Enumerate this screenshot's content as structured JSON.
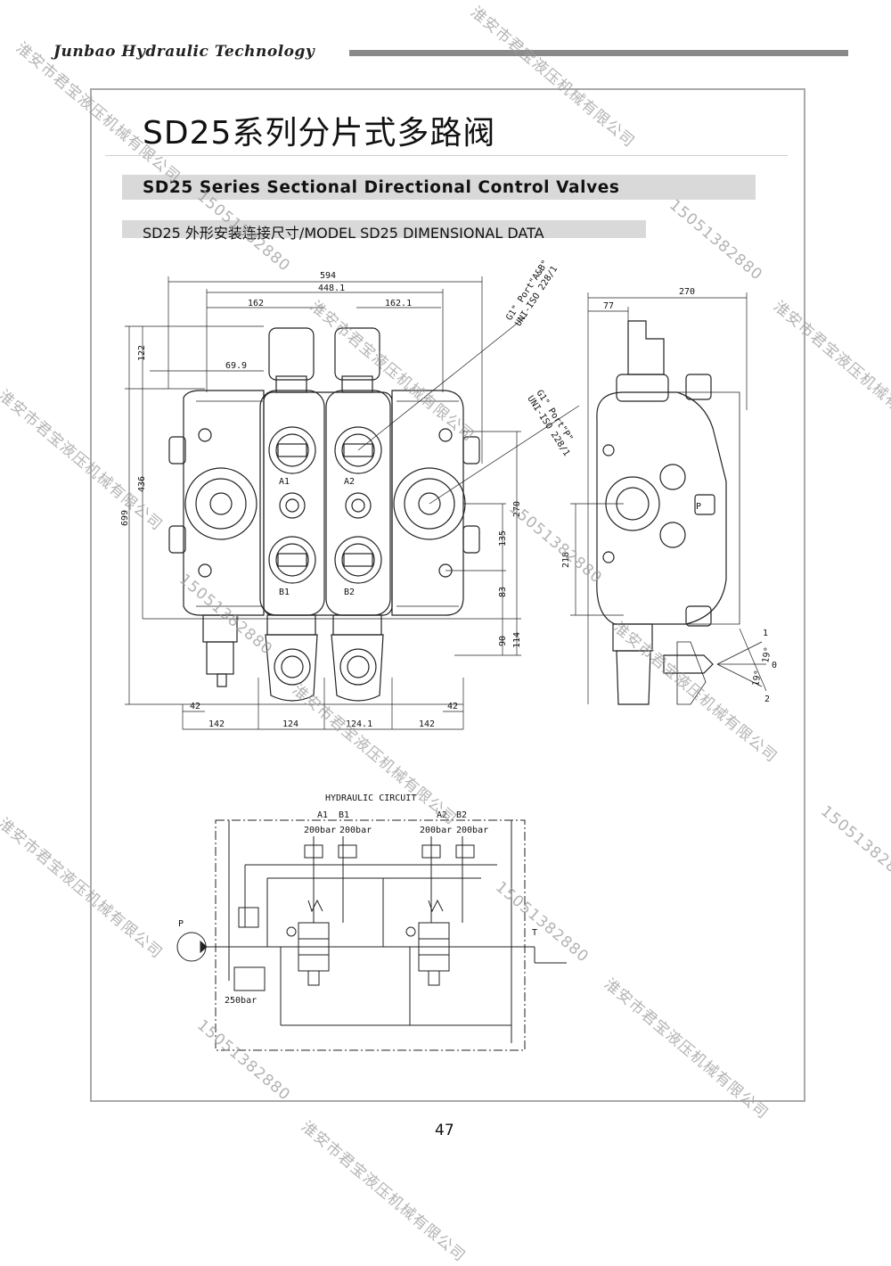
{
  "header": {
    "brand": "Junbao Hydraulic Technology"
  },
  "title": {
    "cn": "SD25系列分片式多路阀",
    "en": "SD25 Series Sectional Directional Control Valves",
    "sub": "SD25 外形安装连接尺寸/MODEL SD25 DIMENSIONAL DATA"
  },
  "front_view": {
    "dims": {
      "d594": "594",
      "d448": "448.1",
      "d162": "162",
      "d162_1": "162.1",
      "d69_9": "69.9",
      "d122": "122",
      "d436": "436",
      "d699": "699",
      "d270": "270",
      "d135": "135",
      "d83": "83",
      "d90": "90",
      "d114": "114",
      "d42a": "42",
      "d42b": "42",
      "d142a": "142",
      "d124": "124",
      "d124_1": "124.1",
      "d142b": "142"
    },
    "ports": {
      "a1": "A1",
      "a2": "A2",
      "b1": "B1",
      "b2": "B2"
    },
    "callout_ab": [
      "G1\" Port\"A&B\"",
      "UNI-ISO 228/1"
    ],
    "callout_p": [
      "G1\" Port\"P\"",
      "UNI-ISO 228/1"
    ]
  },
  "side_view": {
    "dims": {
      "d270": "270",
      "d77": "77",
      "d218": "218"
    },
    "port_p": "P",
    "lever": {
      "pos1": "1",
      "pos0": "0",
      "pos2": "2",
      "angle1": "19°",
      "angle2": "19°"
    }
  },
  "circuit": {
    "title": "HYDRAULIC CIRCUIT",
    "labels": {
      "a1": "A1",
      "b1": "B1",
      "a2": "A2",
      "b2": "B2",
      "r1": "200bar",
      "r2": "200bar",
      "r3": "200bar",
      "r4": "200bar",
      "p": "P",
      "t": "T",
      "relief": "250bar"
    }
  },
  "page_number": "47",
  "watermarks": {
    "company": "淮安市君宝液压机械有限公司",
    "phone": "15051382880"
  }
}
